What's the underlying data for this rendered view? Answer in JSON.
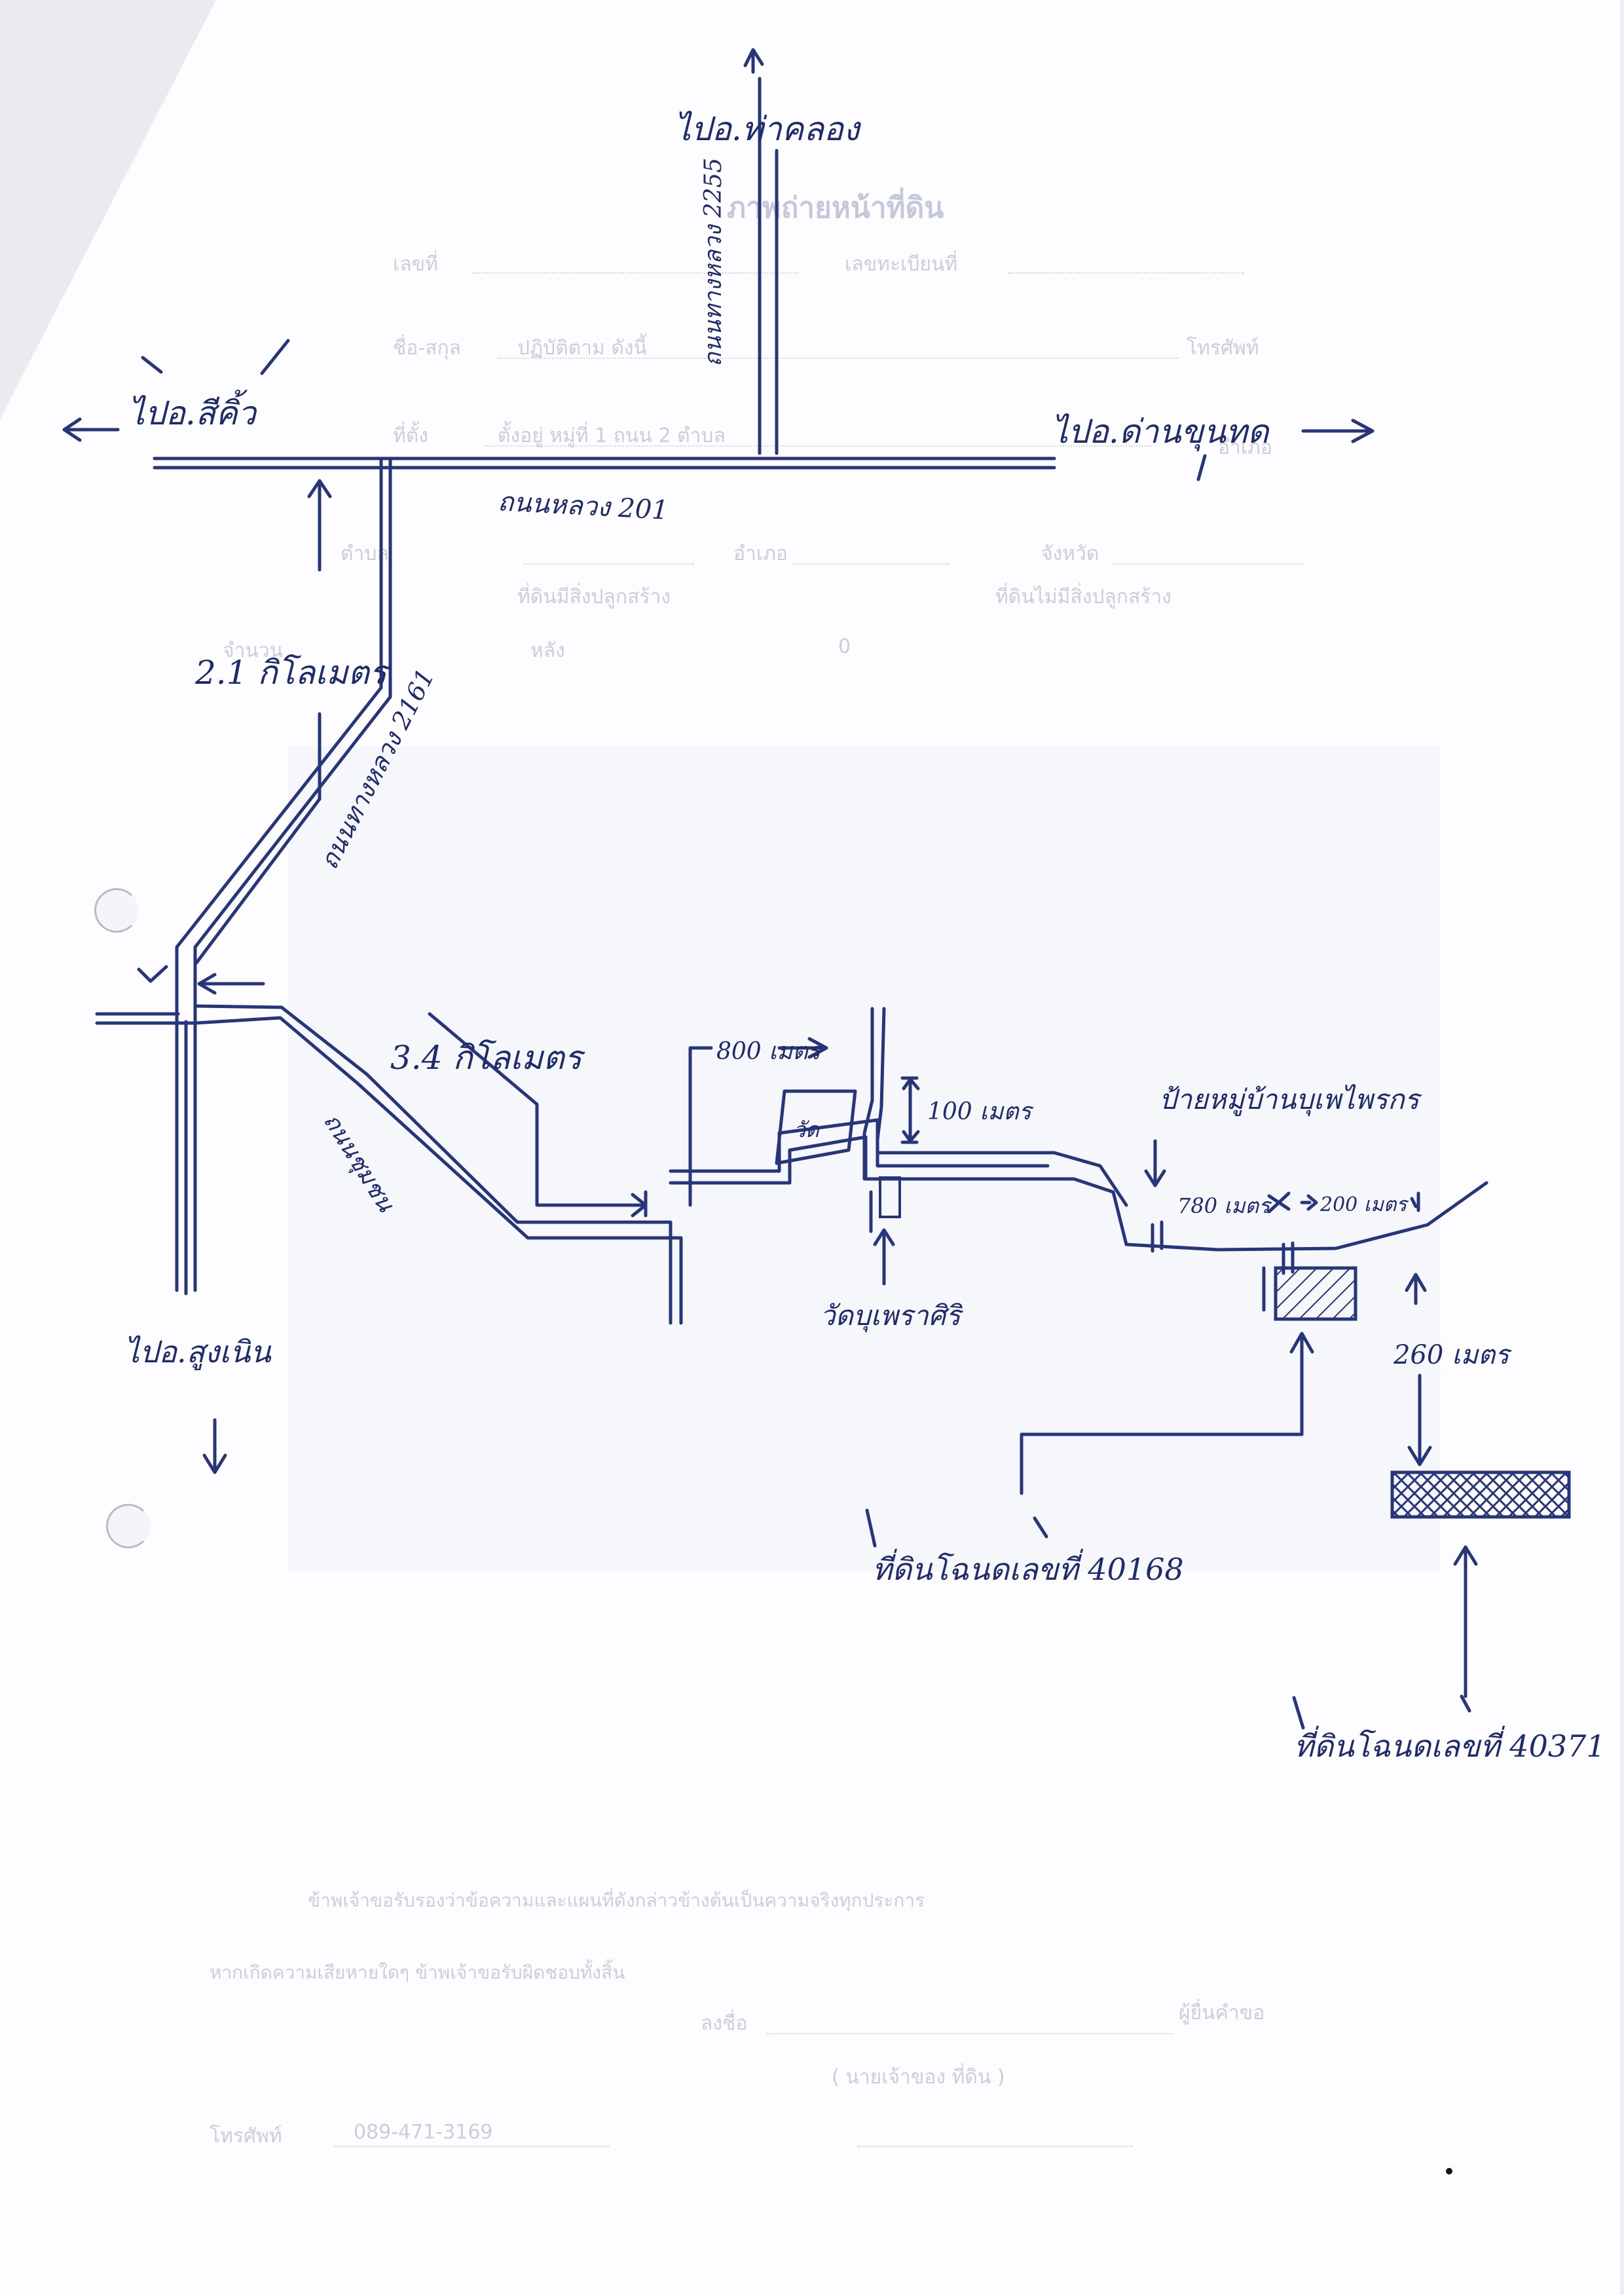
{
  "colors": {
    "ink": "#27357a",
    "paper": "#fdfdff",
    "faint_print": "#c9cddd"
  },
  "form": {
    "title": "ภาพถ่ายหน้าที่ดิน",
    "row1_label": "เลขที่",
    "row1_right": "เลขทะเบียนที่",
    "row2_label": "ชื่อ-สกุล",
    "row2_value": "ปฏิบัติตาม ดังนี้",
    "row2_right": "โทรศัพท์",
    "row3_label": "ที่ตั้ง",
    "row3_value": "ตั้งอยู่ หมู่ที่ 1 ถนน 2 ตำบล",
    "row3_right": "อำเภอ",
    "row4_a": "ตำบล",
    "row4_b": "อำเภอ",
    "row4_c": "จังหวัด",
    "row5_a": "ที่ดินมีสิ่งปลูกสร้าง",
    "row5_b": "ที่ดินไม่มีสิ่งปลูกสร้าง",
    "row6_a": "จำนวน",
    "row6_b": "หลัง",
    "row6_c": "0",
    "footer1": "ข้าพเจ้าขอรับรองว่าข้อความและแผนที่ดังกล่าวข้างต้นเป็นความจริงทุกประการ",
    "footer2": "หากเกิดความเสียหายใดๆ ข้าพเจ้าขอรับผิดชอบทั้งสิ้น",
    "sign_label": "ลงชื่อ",
    "sign_role": "ผู้ยื่นคำขอ",
    "sign_name": "( นายเจ้าของ ที่ดิน )",
    "phone_label": "โทรศัพท์",
    "phone_value": "089-471-3169"
  },
  "map": {
    "dest_north": "ไปอ.ท่าคลอง",
    "road_north_label": "ถนนทางหลวง 2255",
    "dest_west": "ไปอ.สีคิ้ว",
    "dest_east": "ไปอ.ด่านขุนทด",
    "road_main_label": "ถนนหลวง 201",
    "dist_1": "2.1 กิโลเมตร",
    "road_diagonal_label": "ถนนทางหลวง 2161",
    "dist_2": "3.4 กิโลเมตร",
    "road_local_label": "ถนนชุมชน",
    "dest_south": "ไปอ.สูงเนิน",
    "dist_800": "800 เมตร",
    "temple_short": "วัด",
    "dist_100": "100 เมตร",
    "village_sign": "ป้ายหมู่บ้านบุเพไพรกร",
    "dist_780": "780 เมตร",
    "dist_200": "200 เมตร",
    "temple_name": "วัดบุเพราศิริ",
    "dist_260": "260 เมตร",
    "parcel_1": "ที่ดินโฉนดเลขที่ 40168",
    "parcel_2": "ที่ดินโฉนดเลขที่ 40371"
  }
}
